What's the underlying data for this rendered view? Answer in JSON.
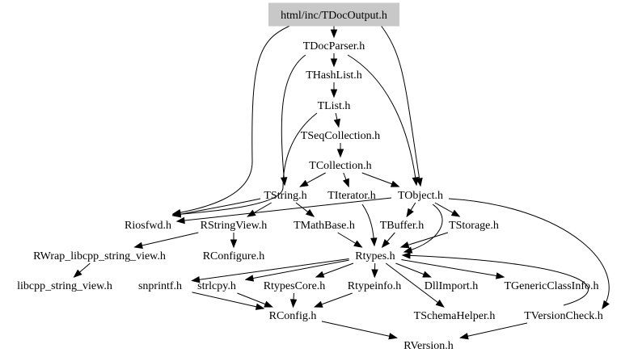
{
  "nodes": [
    {
      "id": "root",
      "label": "html/inc/TDocOutput.h",
      "root": true
    },
    {
      "id": "TDocParser",
      "label": "TDocParser.h"
    },
    {
      "id": "THashList",
      "label": "THashList.h"
    },
    {
      "id": "TList",
      "label": "TList.h"
    },
    {
      "id": "TSeqCollection",
      "label": "TSeqCollection.h"
    },
    {
      "id": "TCollection",
      "label": "TCollection.h"
    },
    {
      "id": "TString",
      "label": "TString.h"
    },
    {
      "id": "TIterator",
      "label": "TIterator.h"
    },
    {
      "id": "TObject",
      "label": "TObject.h"
    },
    {
      "id": "Riosfwd",
      "label": "Riosfwd.h"
    },
    {
      "id": "RStringView",
      "label": "RStringView.h"
    },
    {
      "id": "TMathBase",
      "label": "TMathBase.h"
    },
    {
      "id": "TBuffer",
      "label": "TBuffer.h"
    },
    {
      "id": "TStorage",
      "label": "TStorage.h"
    },
    {
      "id": "RWrap",
      "label": "RWrap_libcpp_string_view.h"
    },
    {
      "id": "RConfigure",
      "label": "RConfigure.h"
    },
    {
      "id": "Rtypes",
      "label": "Rtypes.h"
    },
    {
      "id": "libcpp",
      "label": "libcpp_string_view.h"
    },
    {
      "id": "snprintf",
      "label": "snprintf.h"
    },
    {
      "id": "strlcpy",
      "label": "strlcpy.h"
    },
    {
      "id": "RtypesCore",
      "label": "RtypesCore.h"
    },
    {
      "id": "Rtypeinfo",
      "label": "Rtypeinfo.h"
    },
    {
      "id": "DllImport",
      "label": "DllImport.h"
    },
    {
      "id": "TGenericClassInfo",
      "label": "TGenericClassInfo.h"
    },
    {
      "id": "RConfig",
      "label": "RConfig.h"
    },
    {
      "id": "TSchemaHelper",
      "label": "TSchemaHelper.h"
    },
    {
      "id": "TVersionCheck",
      "label": "TVersionCheck.h"
    },
    {
      "id": "RVersion",
      "label": "RVersion.h"
    }
  ],
  "edges": [
    [
      "root",
      "TDocParser"
    ],
    [
      "root",
      "Riosfwd"
    ],
    [
      "root",
      "TObject"
    ],
    [
      "TDocParser",
      "THashList"
    ],
    [
      "TDocParser",
      "TString"
    ],
    [
      "TDocParser",
      "TObject"
    ],
    [
      "THashList",
      "TList"
    ],
    [
      "TList",
      "TSeqCollection"
    ],
    [
      "TList",
      "Riosfwd"
    ],
    [
      "TSeqCollection",
      "TCollection"
    ],
    [
      "TCollection",
      "TString"
    ],
    [
      "TCollection",
      "TIterator"
    ],
    [
      "TCollection",
      "TObject"
    ],
    [
      "TString",
      "Riosfwd"
    ],
    [
      "TString",
      "RStringView"
    ],
    [
      "TString",
      "TMathBase"
    ],
    [
      "TIterator",
      "Rtypes"
    ],
    [
      "TObject",
      "Riosfwd"
    ],
    [
      "TObject",
      "TBuffer"
    ],
    [
      "TObject",
      "TStorage"
    ],
    [
      "TObject",
      "Rtypes"
    ],
    [
      "TObject",
      "TVersionCheck"
    ],
    [
      "RStringView",
      "RWrap"
    ],
    [
      "RStringView",
      "RConfigure"
    ],
    [
      "TMathBase",
      "Rtypes"
    ],
    [
      "TBuffer",
      "Rtypes"
    ],
    [
      "TStorage",
      "Rtypes"
    ],
    [
      "RWrap",
      "libcpp"
    ],
    [
      "Rtypes",
      "snprintf"
    ],
    [
      "Rtypes",
      "strlcpy"
    ],
    [
      "Rtypes",
      "RtypesCore"
    ],
    [
      "Rtypes",
      "Rtypeinfo"
    ],
    [
      "Rtypes",
      "DllImport"
    ],
    [
      "Rtypes",
      "TGenericClassInfo"
    ],
    [
      "Rtypes",
      "TSchemaHelper"
    ],
    [
      "snprintf",
      "RConfig"
    ],
    [
      "strlcpy",
      "RConfig"
    ],
    [
      "RtypesCore",
      "RConfig"
    ],
    [
      "Rtypeinfo",
      "RConfig"
    ],
    [
      "RConfig",
      "RVersion"
    ],
    [
      "TVersionCheck",
      "RVersion"
    ],
    [
      "TVersionCheck",
      "Rtypes"
    ]
  ]
}
